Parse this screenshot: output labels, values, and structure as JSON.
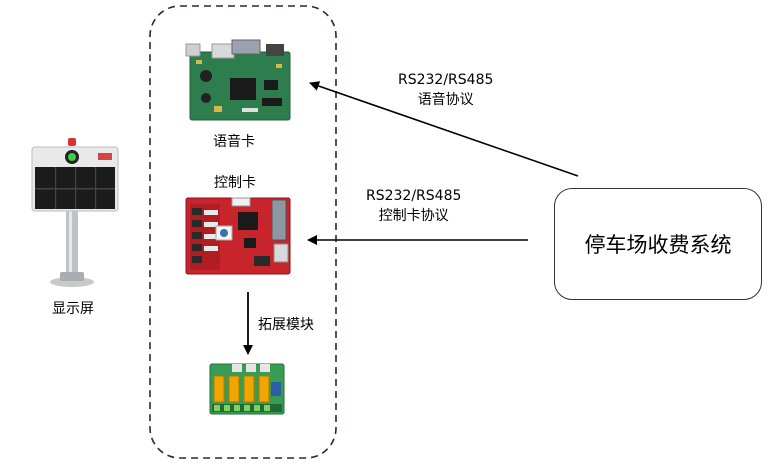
{
  "display": {
    "label": "显示屏"
  },
  "voice_card": {
    "label": "语音卡"
  },
  "control_card": {
    "label": "控制卡"
  },
  "expansion": {
    "label": "拓展模块"
  },
  "system": {
    "label": "停车场收费系统"
  },
  "voice_link": {
    "line1": "RS232/RS485",
    "line2": "语音协议"
  },
  "control_link": {
    "line1": "RS232/RS485",
    "line2": "控制卡协议"
  },
  "colors": {
    "voice_pcb": "#2e7d4f",
    "control_pcb": "#c8242b",
    "relay_pcb": "#3a9b52",
    "relay_block": "#f0a500",
    "border": "#1f2a44"
  }
}
